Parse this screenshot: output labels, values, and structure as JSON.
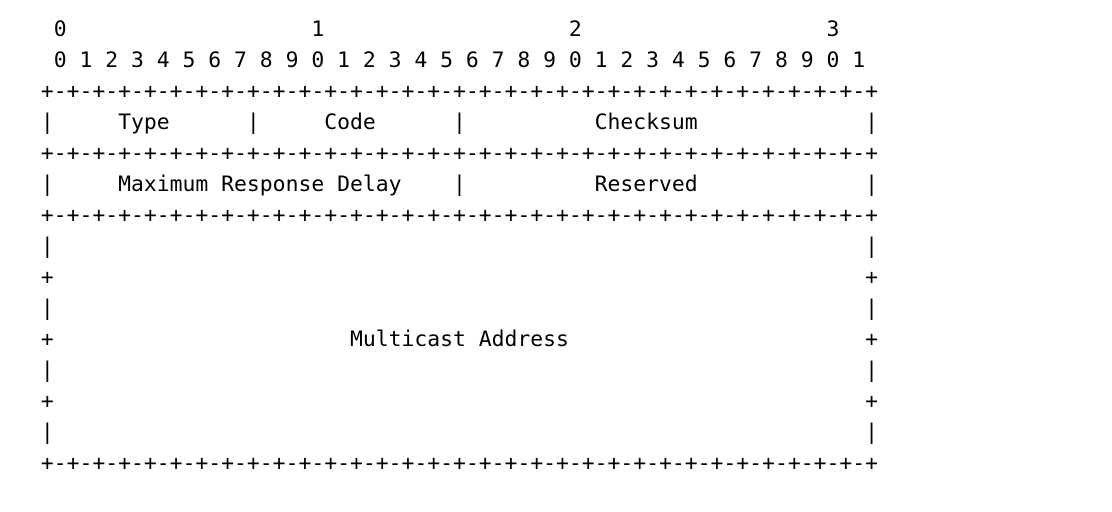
{
  "diagram": {
    "lines": [
      "  0                   1                   2                   3",
      "  0 1 2 3 4 5 6 7 8 9 0 1 2 3 4 5 6 7 8 9 0 1 2 3 4 5 6 7 8 9 0 1",
      " +-+-+-+-+-+-+-+-+-+-+-+-+-+-+-+-+-+-+-+-+-+-+-+-+-+-+-+-+-+-+-+-+",
      " |     Type      |     Code      |          Checksum             |",
      " +-+-+-+-+-+-+-+-+-+-+-+-+-+-+-+-+-+-+-+-+-+-+-+-+-+-+-+-+-+-+-+-+",
      " |     Maximum Response Delay    |          Reserved             |",
      " +-+-+-+-+-+-+-+-+-+-+-+-+-+-+-+-+-+-+-+-+-+-+-+-+-+-+-+-+-+-+-+-+",
      " |                                                               |",
      " +                                                               +",
      " |                                                               |",
      " +                       Multicast Address                       +",
      " |                                                               |",
      " +                                                               +",
      " |                                                               |",
      " +-+-+-+-+-+-+-+-+-+-+-+-+-+-+-+-+-+-+-+-+-+-+-+-+-+-+-+-+-+-+-+-+"
    ]
  }
}
